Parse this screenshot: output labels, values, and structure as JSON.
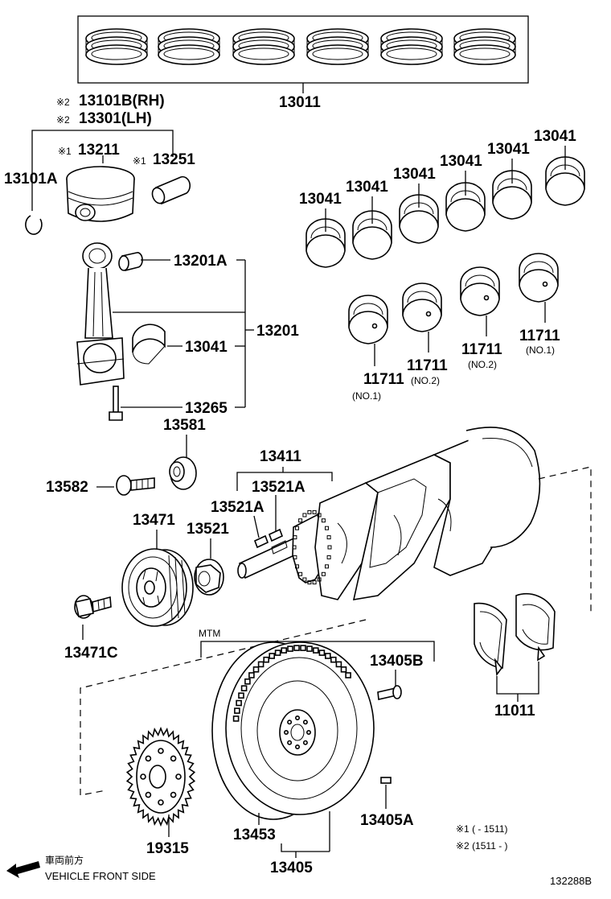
{
  "parts": {
    "p13011": "13011",
    "p13101b": "13101B(RH)",
    "p13301": "13301(LH)",
    "mark2": "※2",
    "mark1": "※1",
    "p13211": "13211",
    "p13251": "13251",
    "p13101a": "13101A",
    "p13201a": "13201A",
    "p13201": "13201",
    "p13041": "13041",
    "p13265": "13265",
    "p13581": "13581",
    "p13582": "13582",
    "p13411": "13411",
    "p13521a": "13521A",
    "p13521": "13521",
    "p13471": "13471",
    "p13471c": "13471C",
    "p11711": "11711",
    "no1": "(NO.1)",
    "no2": "(NO.2)",
    "mtm": "MTM",
    "p13405b": "13405B",
    "p11011": "11011",
    "p19315": "19315",
    "p13453": "13453",
    "p13405a": "13405A",
    "p13405": "13405"
  },
  "notes": {
    "n1": "※1 (        - 1511)",
    "n2": "※2 (1511 -        )"
  },
  "footer": {
    "jp": "車両前方",
    "en": "VEHICLE FRONT SIDE",
    "code": "132288B"
  },
  "icons": {
    "front_arrow": "arrow-left-icon"
  }
}
